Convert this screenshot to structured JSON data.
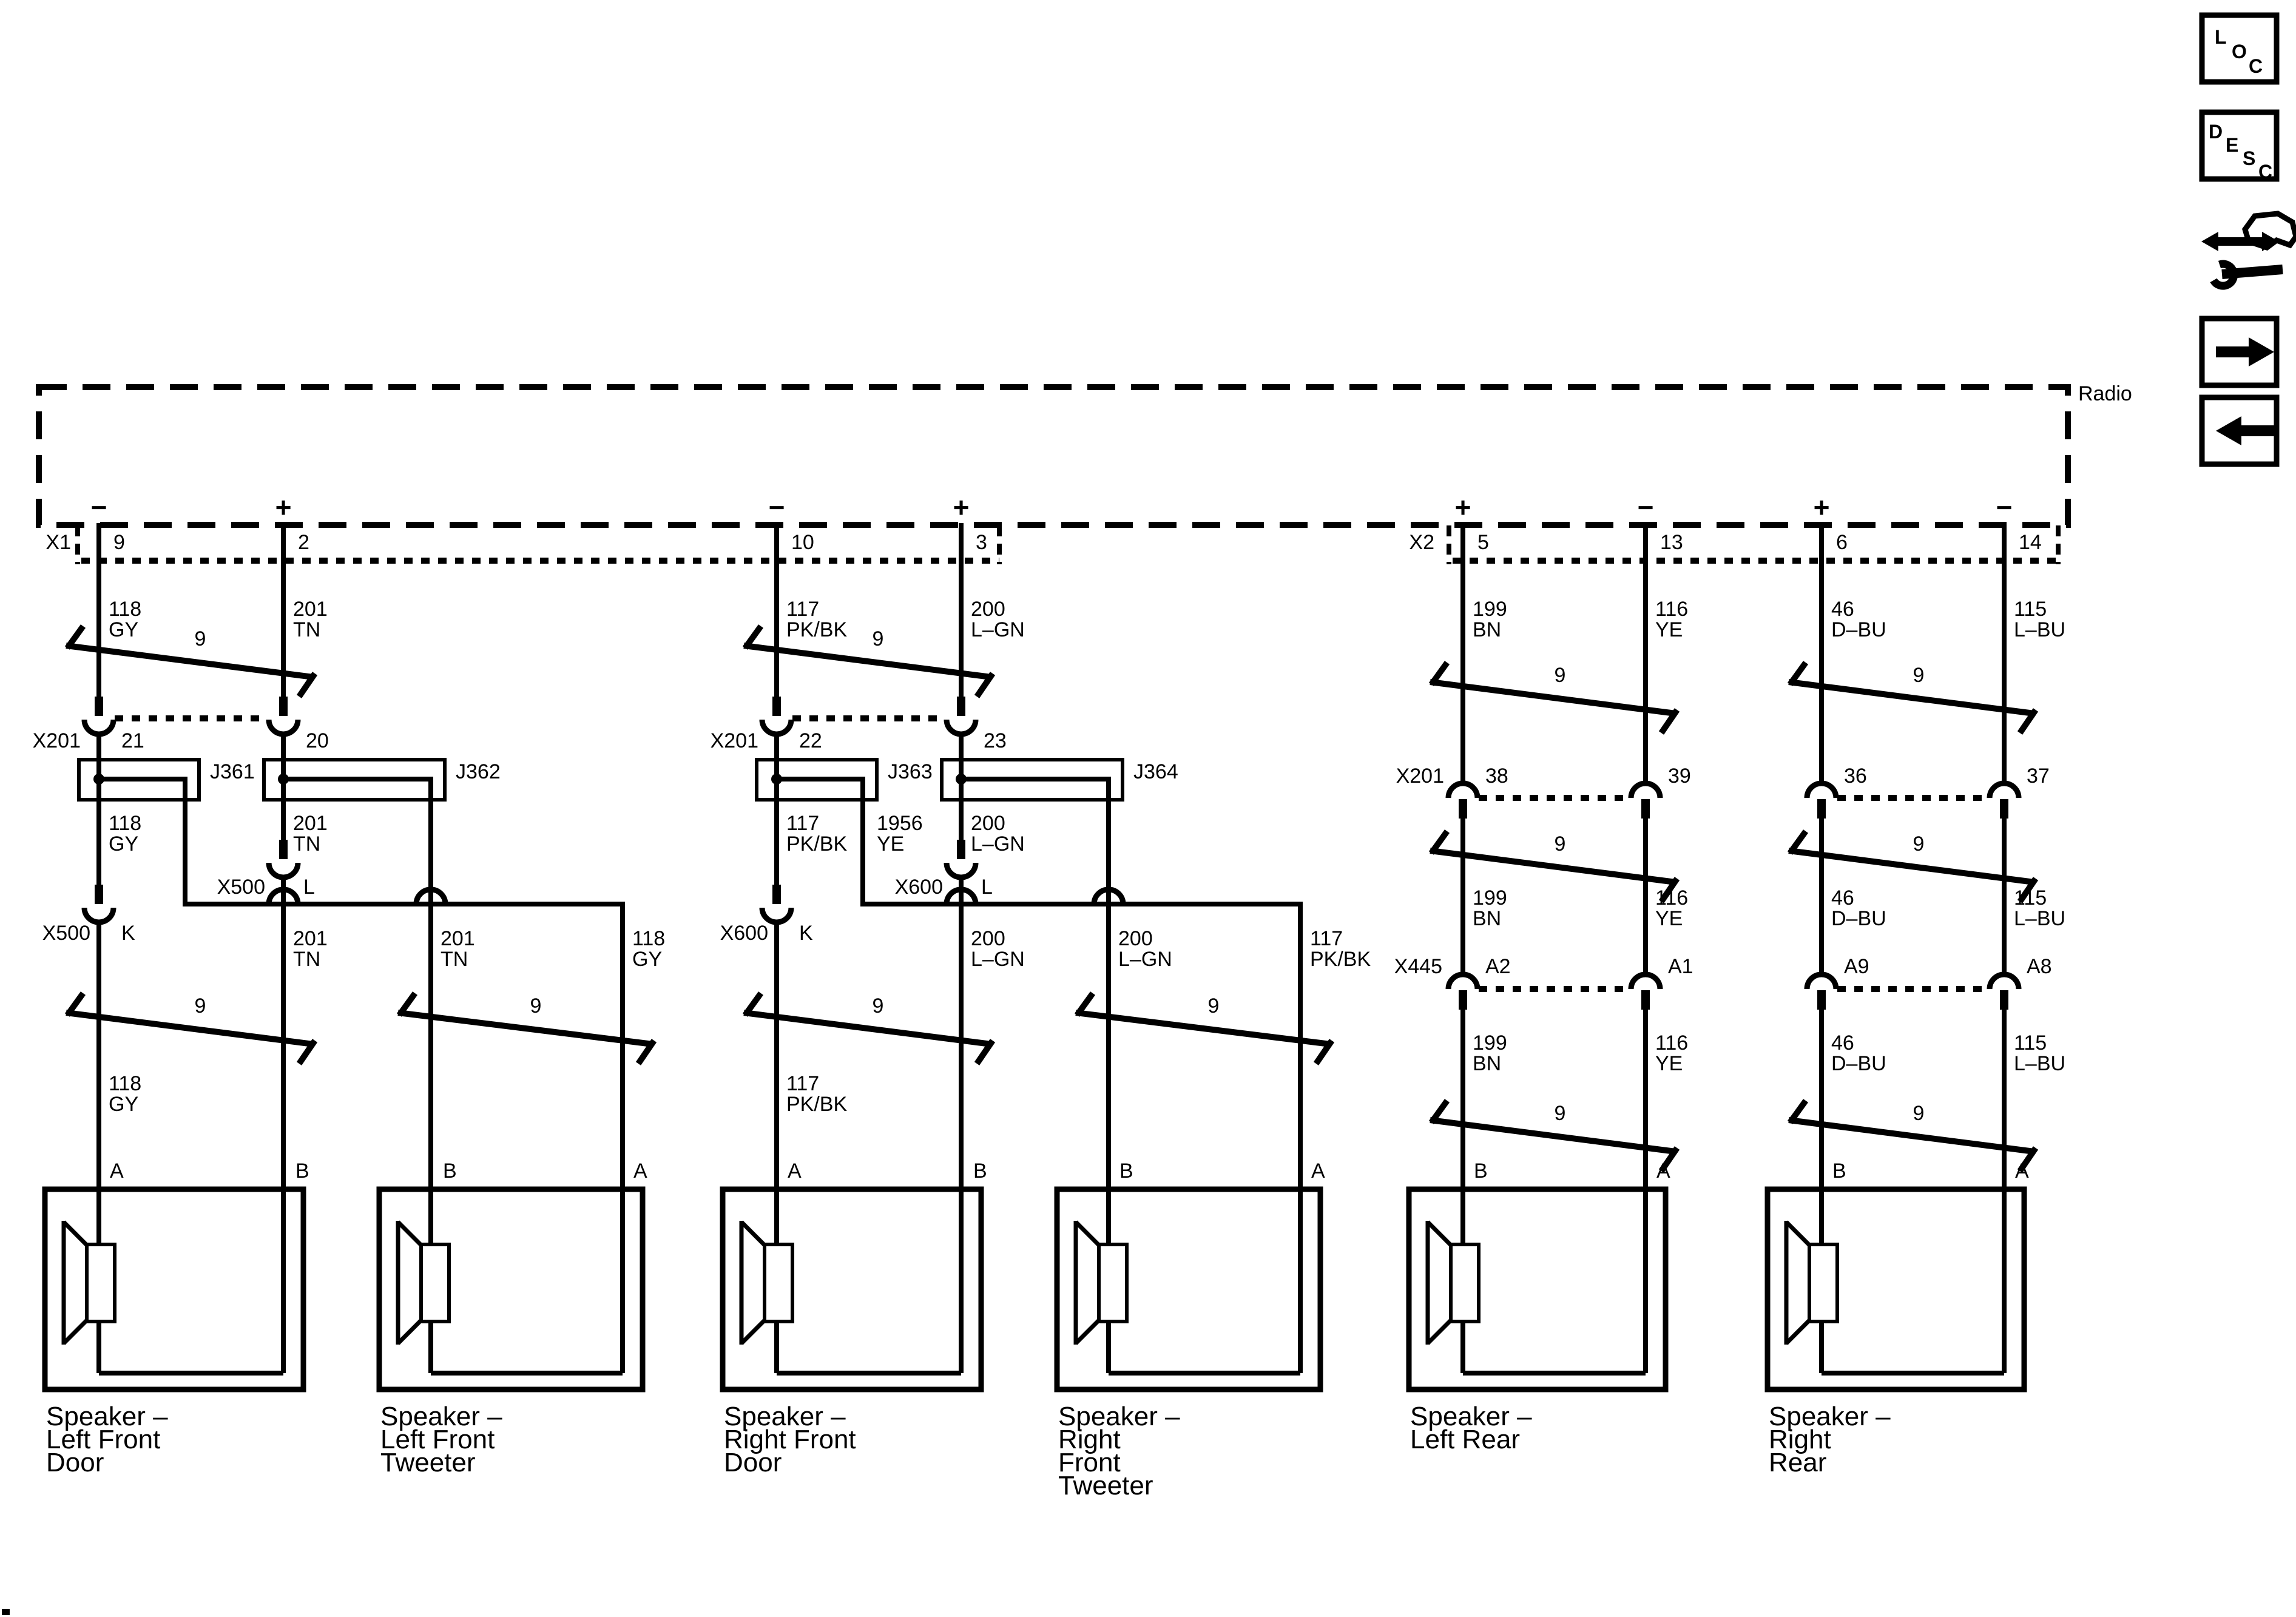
{
  "radio": {
    "label": "Radio",
    "x1_label": "X1",
    "x2_label": "X2"
  },
  "twist_label": "9",
  "front_groups": [
    {
      "polarity": [
        "−",
        "+"
      ],
      "radio_pins": [
        "9",
        "2"
      ],
      "wire_neg": {
        "num": "118",
        "color": "GY"
      },
      "wire_pos": {
        "num": "201",
        "color": "TN"
      },
      "x201": {
        "label": "X201",
        "pins": [
          "21",
          "20"
        ]
      },
      "splices": [
        "J361",
        "J362"
      ],
      "door_conn": {
        "label": "X500",
        "pin_l": "L",
        "pin_k": "K"
      },
      "terminals": [
        "A",
        "B",
        "B",
        "A"
      ],
      "door_speaker_label": [
        "Speaker –",
        "Left Front",
        "Door"
      ],
      "tweeter_speaker_label": [
        "Speaker –",
        "Left Front",
        "Tweeter"
      ]
    },
    {
      "polarity": [
        "−",
        "+"
      ],
      "radio_pins": [
        "10",
        "3"
      ],
      "wire_neg": {
        "num": "117",
        "color": "PK/BK"
      },
      "wire_pos": {
        "num": "200",
        "color": "L–GN"
      },
      "branch_wire": {
        "num": "1956",
        "color": "YE"
      },
      "x201": {
        "label": "X201",
        "pins": [
          "22",
          "23"
        ]
      },
      "splices": [
        "J363",
        "J364"
      ],
      "door_conn": {
        "label": "X600",
        "pin_l": "L",
        "pin_k": "K"
      },
      "terminals": [
        "A",
        "B",
        "B",
        "A"
      ],
      "door_speaker_label": [
        "Speaker –",
        "Right Front",
        "Door"
      ],
      "tweeter_speaker_label": [
        "Speaker –",
        "Right",
        "Front",
        "Tweeter"
      ]
    }
  ],
  "rear_group": {
    "polarity": [
      "+",
      "−",
      "+",
      "−"
    ],
    "radio_pins": [
      "5",
      "13",
      "6",
      "14"
    ],
    "wires": [
      {
        "num": "199",
        "color": "BN"
      },
      {
        "num": "116",
        "color": "YE"
      },
      {
        "num": "46",
        "color": "D–BU"
      },
      {
        "num": "115",
        "color": "L–BU"
      }
    ],
    "x201": {
      "label": "X201",
      "pins": [
        "38",
        "39",
        "36",
        "37"
      ]
    },
    "x445": {
      "label": "X445",
      "pins": [
        "A2",
        "A1",
        "A9",
        "A8"
      ]
    },
    "terminals": [
      "B",
      "A",
      "B",
      "A"
    ],
    "left_speaker_label": [
      "Speaker –",
      "Left Rear"
    ],
    "right_speaker_label": [
      "Speaker –",
      "Right",
      "Rear"
    ]
  },
  "icons": {
    "loc": [
      "L",
      "O",
      "C"
    ],
    "desc": [
      "D",
      "E",
      "S",
      "C"
    ]
  }
}
